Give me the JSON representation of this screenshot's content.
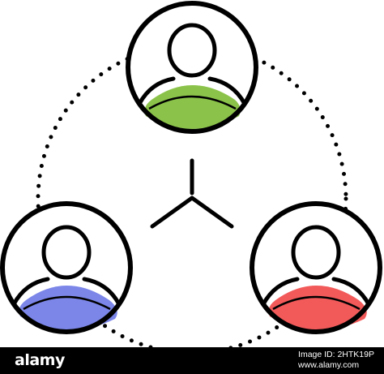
{
  "illustration": {
    "users": [
      {
        "icon": "user-icon",
        "color": "#8BC34A"
      },
      {
        "icon": "user-icon",
        "color": "#7B86E8"
      },
      {
        "icon": "user-icon",
        "color": "#F25A5A"
      }
    ],
    "connector": {
      "icon": "three-way-junction-icon",
      "style": "dotted-circle"
    },
    "stroke_color": "#000000"
  },
  "watermark_bar": {
    "brand": "alamy",
    "image_id_line": "Image ID: 2HTK19P",
    "site_line": "www.alamy.com",
    "background": "#000000"
  }
}
